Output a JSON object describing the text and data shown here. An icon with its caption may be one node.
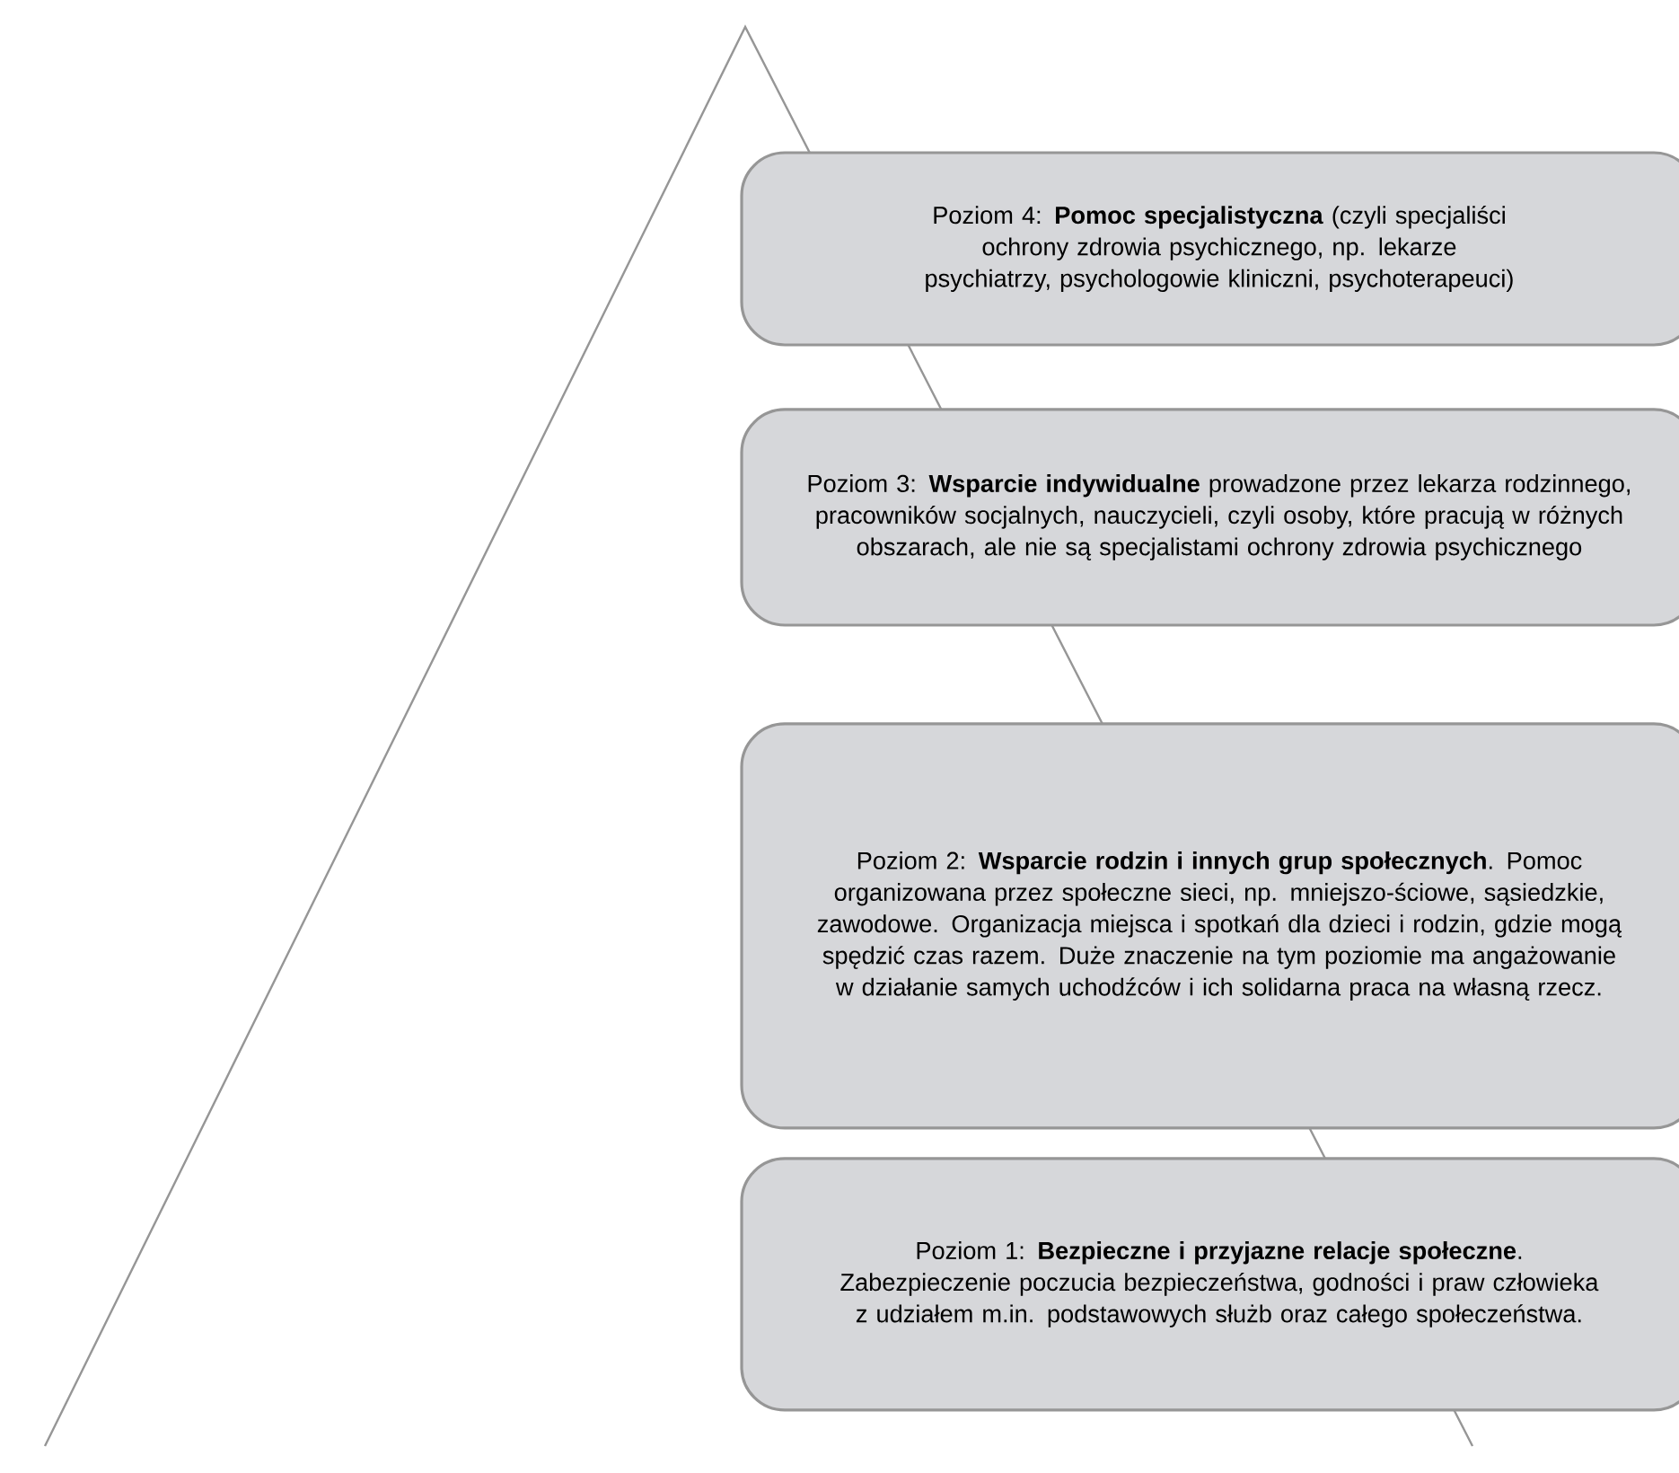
{
  "diagram": {
    "nodes": [
      {
        "text": [
          "Poziom 4: **Pomoc specjalistyczna** (czyli specjaliści ochrony zdrowia psychicznego, np. lekarze psychiatrzy, psychologowie kliniczni, psychoterapeuci)"
        ]
      },
      {
        "text": [
          "Poziom 3: **Wsparcie indywidualne** prowadzone przez lekarza rodzinnego, pracowników socjalnych, nauczycieli, czyli osoby, które pracują w różnych obszarach, ale nie są specjalistami ochrony zdrowia psychicznego"
        ]
      },
      {
        "text": [
          "Poziom 2: **Wsparcie rodzin i innych grup społecznych**. Pomoc organizowana przez społeczne sieci, np. mniejszo-ściowe, sąsiedzkie, zawodowe. Organizacja miejsca i spotkań dla dzieci i rodzin, gdzie mogą spędzić czas razem. Duże znaczenie na tym poziomie ma angażowanie w działanie samych uchodźców i ich solidarna praca na własną rzecz."
        ]
      },
      {
        "text": [
          "Poziom 1: **Bezpieczne i przyjazne relacje społeczne**. Zabezpieczenie poczucia bezpieczeństwa, godności i praw człowieka z udziałem m.in. podstawowych służb oraz całego społeczeństwa."
        ]
      }
    ]
  }
}
